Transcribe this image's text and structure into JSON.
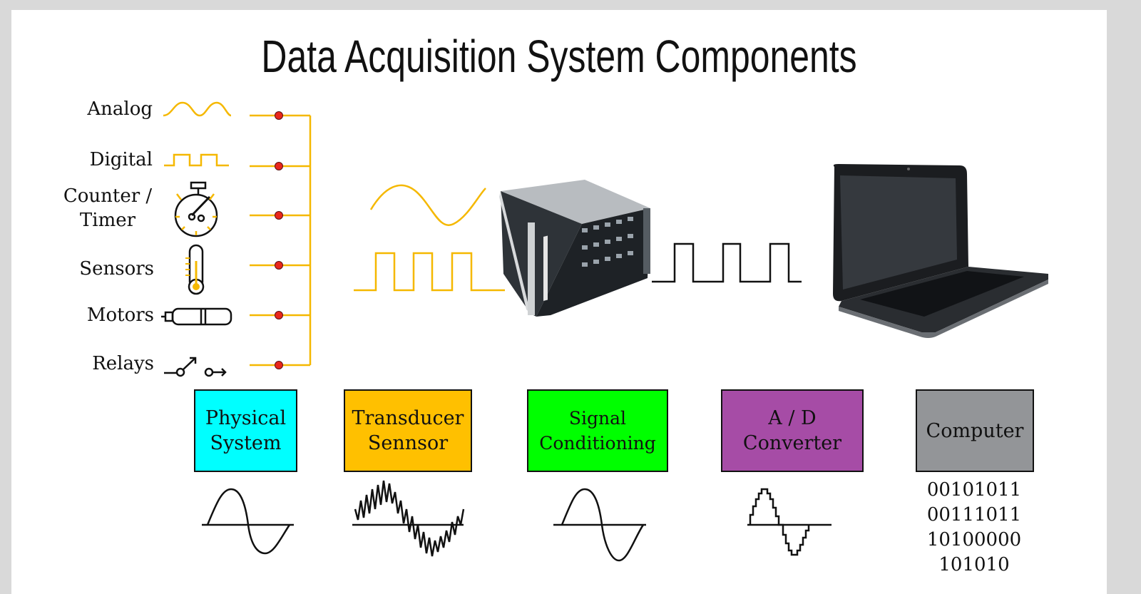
{
  "title": "Data Acquisition System Components",
  "inputs": [
    {
      "label": "Analog",
      "icon": "analog-wave-icon"
    },
    {
      "label": "Digital",
      "icon": "digital-pulse-icon"
    },
    {
      "label_line1": "Counter /",
      "label_line2": "Timer",
      "icon": "stopwatch-icon"
    },
    {
      "label": "Sensors",
      "icon": "thermometer-icon"
    },
    {
      "label": "Motors",
      "icon": "motor-icon"
    },
    {
      "label": "Relays",
      "icon": "relay-switch-icon"
    }
  ],
  "stages": [
    {
      "line1": "Physical",
      "line2": "System",
      "color": "#00ffff"
    },
    {
      "line1": "Transducer",
      "line2": "Sennsor",
      "color": "#ffc000"
    },
    {
      "line1": "Signal",
      "line2": "Conditioning",
      "color": "#00ff00"
    },
    {
      "line1": "A / D",
      "line2": "Converter",
      "color": "#a64ca6"
    },
    {
      "line1": "Computer",
      "line2": "",
      "color": "#939598"
    }
  ],
  "binary_output": [
    "00101011",
    "00111011",
    "10100000",
    "101010"
  ],
  "colors": {
    "accent": "#f5b800",
    "dot": "#e8261c",
    "ink": "#111111"
  }
}
